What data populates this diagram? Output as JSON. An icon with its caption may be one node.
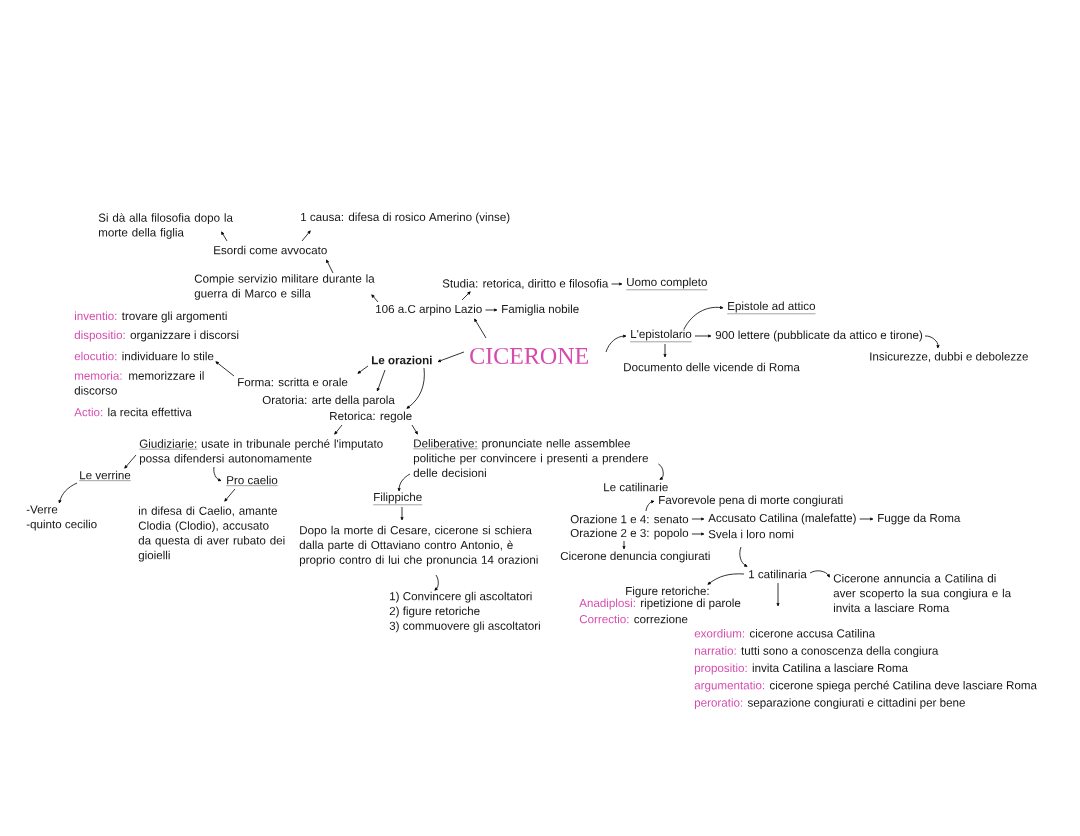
{
  "diagram": {
    "nodes": [
      {
        "text": [
          "Si dà alla filosofia dopo la morte della figlia"
        ]
      },
      {
        "text": [
          "1 causa: difesa di rosico Amerino (vinse)"
        ]
      },
      {
        "text": [
          "Esordi come avvocato"
        ]
      },
      {
        "text": [
          "Compie servizio militare durante la guerra di Marco e silla"
        ]
      },
      {
        "text": [
          "Studia: retorica, diritto e filosofia"
        ]
      },
      {
        "text": [
          "Uomo completo"
        ]
      },
      {
        "text": [
          "106 a.C arpino Lazio"
        ]
      },
      {
        "text": [
          "Famiglia nobile"
        ]
      },
      {
        "text": [
          "CICERONE"
        ]
      },
      {
        "text": [
          "L'epistolario"
        ]
      },
      {
        "text": [
          "Epistole ad attico"
        ]
      },
      {
        "text": [
          "900 lettere (pubblicate da attico e tirone)"
        ]
      },
      {
        "text": [
          "Insicurezze, dubbi e debolezze"
        ]
      },
      {
        "text": [
          "Documento delle vicende di Roma"
        ]
      },
      {
        "text": [
          "Le orazioni"
        ]
      },
      {
        "text": [
          "Forma: scritta e orale"
        ]
      },
      {
        "text": [
          "Oratoria: arte della parola"
        ]
      },
      {
        "text": [
          "Retorica: regole"
        ]
      },
      {
        "text": [
          "elocutio:",
          "individuare lo stile"
        ]
      },
      {
        "text": [
          "Giudiziarie:",
          "usate in tribunale perché l'imputato possa difendersi autonomamente"
        ]
      },
      {
        "text": [
          "Le verrine"
        ]
      },
      {
        "text": [
          "-Verre",
          "-quinto cecilio"
        ]
      },
      {
        "text": [
          "Pro caelio"
        ]
      },
      {
        "text": [
          "in difesa di Caelio, amante Clodia (Clodio), accusato da questa di aver rubato dei gioielli"
        ]
      },
      {
        "text": [
          "Deliberative:",
          "pronunciate nelle assemblee politiche per convincere i presenti a prendere delle decisioni"
        ]
      },
      {
        "text": [
          "Filippiche"
        ]
      },
      {
        "text": [
          "Dopo la morte di Cesare, cicerone si schiera dalla parte di Ottaviano contro Antonio, è proprio contro di lui che pronuncia 14 orazioni"
        ]
      },
      {
        "text": [
          "1) Convincere gli ascoltatori",
          "2) figure retoriche",
          "3) commuovere gli ascoltatori"
        ]
      },
      {
        "text": [
          "Le catilinarie"
        ]
      },
      {
        "text": [
          "Favorevole pena di morte congiurati"
        ]
      },
      {
        "text": [
          "Orazione 1 e 4: senato"
        ]
      },
      {
        "text": [
          "Accusato Catilina (malefatte)"
        ]
      },
      {
        "text": [
          "Fugge da Roma"
        ]
      },
      {
        "text": [
          "Orazione 2 e 3: popolo"
        ]
      },
      {
        "text": [
          "Svela i loro nomi"
        ]
      },
      {
        "text": [
          "Cicerone denuncia congiurati"
        ]
      },
      {
        "text": [
          "1 catilinaria"
        ]
      },
      {
        "text": [
          "Cicerone annuncia a Catilina di aver scoperto la sua congiura e la invita a lasciare Roma"
        ]
      },
      {
        "text": [
          "Figure retoriche:"
        ]
      },
      {
        "text": [
          "exordium:",
          "cicerone accusa Catilina",
          "narratio:",
          "tutti sono a conoscenza della congiura",
          "propositio:",
          "invita Catilina a lasciare Roma",
          "argumentatio:",
          "cicerone spiega perché Catilina deve lasciare Roma",
          "peroratio:",
          "separazione congiurati e cittadini per bene"
        ]
      }
    ],
    "edges": [
      {
        "from": 2,
        "to": 0,
        "arrow": "to"
      },
      {
        "from": 2,
        "to": 1,
        "arrow": "to"
      },
      {
        "from": 3,
        "to": 2,
        "arrow": "to"
      },
      {
        "from": 6,
        "to": 3,
        "arrow": "to"
      },
      {
        "from": 6,
        "to": 4,
        "arrow": "to"
      },
      {
        "from": 4,
        "to": 5,
        "arrow": "to"
      },
      {
        "from": 6,
        "to": 7,
        "arrow": "to"
      },
      {
        "from": 8,
        "to": 6,
        "arrow": "to"
      },
      {
        "from": 8,
        "to": 14,
        "arrow": "to"
      },
      {
        "from": 8,
        "to": 9,
        "arrow": "to"
      },
      {
        "from": 9,
        "to": 10,
        "arrow": "to"
      },
      {
        "from": 9,
        "to": 11,
        "arrow": "to"
      },
      {
        "from": 9,
        "to": 13,
        "arrow": "to"
      },
      {
        "from": 11,
        "to": 12,
        "arrow": "to"
      },
      {
        "from": 14,
        "to": 15,
        "arrow": "to"
      },
      {
        "from": 14,
        "to": 16,
        "arrow": "to"
      },
      {
        "from": 14,
        "to": 17,
        "arrow": "to"
      },
      {
        "from": 15,
        "to": 18,
        "arrow": "to"
      },
      {
        "from": 17,
        "to": 19,
        "arrow": "to"
      },
      {
        "from": 17,
        "to": 24,
        "arrow": "to"
      },
      {
        "from": 19,
        "to": 20,
        "arrow": "to"
      },
      {
        "from": 19,
        "to": 22,
        "arrow": "to"
      },
      {
        "from": 20,
        "to": 21,
        "arrow": "to"
      },
      {
        "from": 22,
        "to": 23,
        "arrow": "to"
      },
      {
        "from": 24,
        "to": 25,
        "arrow": "to"
      },
      {
        "from": 24,
        "to": 28,
        "arrow": "to"
      },
      {
        "from": 25,
        "to": 26,
        "arrow": "to"
      },
      {
        "from": 26,
        "to": 27,
        "arrow": "to"
      },
      {
        "from": 30,
        "to": 29,
        "arrow": "to"
      },
      {
        "from": 30,
        "to": 31,
        "arrow": "to"
      },
      {
        "from": 31,
        "to": 32,
        "arrow": "to"
      },
      {
        "from": 33,
        "to": 34,
        "arrow": "to"
      },
      {
        "from": 33,
        "to": 35,
        "arrow": "to"
      },
      {
        "from": 34,
        "to": 36,
        "arrow": "to"
      },
      {
        "from": 36,
        "to": 38,
        "arrow": "to"
      },
      {
        "from": 36,
        "to": 37,
        "arrow": "to"
      },
      {
        "from": 36,
        "to": 39,
        "arrow": "to"
      }
    ],
    "labels": [
      "inventio:",
      "trovare gli argomenti",
      "dispositio:",
      "organizzare i discorsi",
      "memoria:",
      "memorizzare il discorso",
      "Actio:",
      "la recita effettiva",
      "Anadiplosi:",
      "ripetizione di parole",
      "Correctio:",
      "correzione"
    ]
  }
}
